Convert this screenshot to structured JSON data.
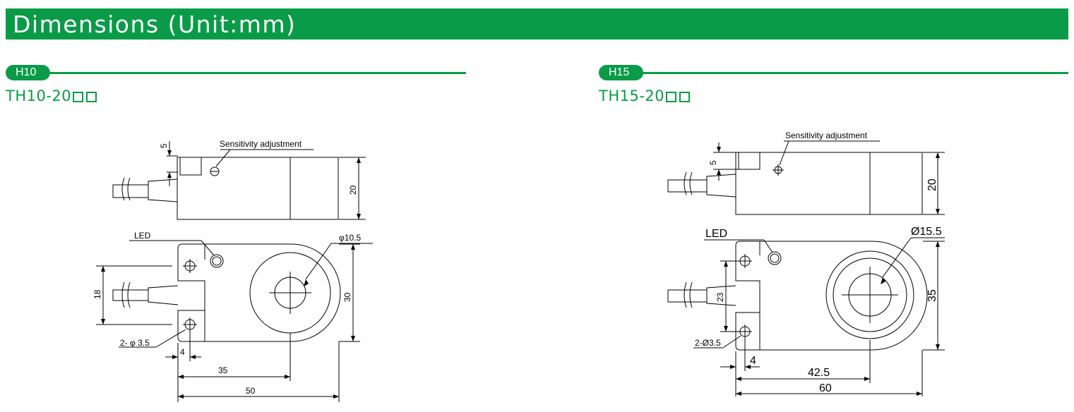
{
  "banner": {
    "title": "Dimensions (Unit:mm)"
  },
  "colors": {
    "accent": "#0a9b48",
    "line": "#000000",
    "background": "#ffffff"
  },
  "h10": {
    "tag": "H10",
    "model": "TH10-20",
    "labels": {
      "sensitivity": "Sensitivity adjustment",
      "led": "LED",
      "dim_top": "5",
      "dim_height_side": "20",
      "dim_hole_dia": "φ10.5",
      "dim_height_front": "30",
      "dim_slot": "18",
      "dim_mount": "2- φ 3.5",
      "dim_offset": "4",
      "dim_center": "35",
      "dim_length": "50"
    }
  },
  "h15": {
    "tag": "H15",
    "model": "TH15-20",
    "labels": {
      "sensitivity": "Sensitivity adjustment",
      "led": "LED",
      "dim_top": "5",
      "dim_height_side": "20",
      "dim_hole_dia": "Ø15.5",
      "dim_height_front": "35",
      "dim_slot": "23",
      "dim_mount": "2-Ø3.5",
      "dim_offset": "4",
      "dim_center": "42.5",
      "dim_length": "60"
    }
  }
}
